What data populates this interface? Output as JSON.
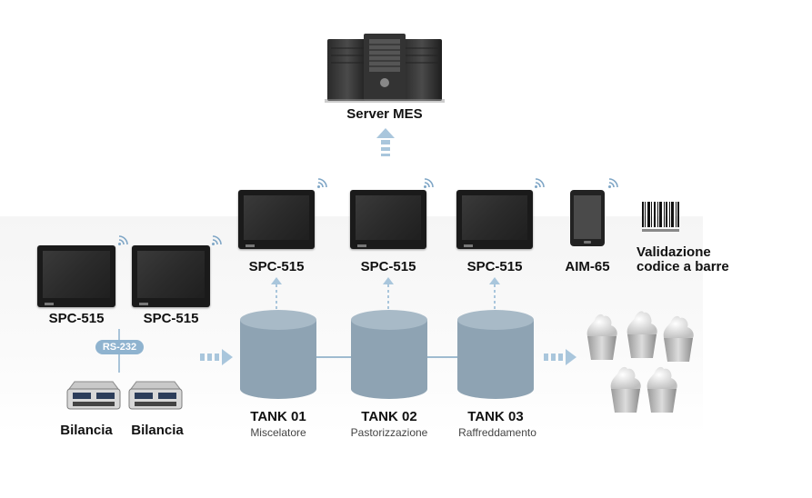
{
  "server": {
    "label": "Server MES"
  },
  "left_panels": [
    {
      "label": "SPC-515"
    },
    {
      "label": "SPC-515"
    }
  ],
  "rs232": {
    "label": "RS-232"
  },
  "scales": [
    {
      "label": "Bilancia"
    },
    {
      "label": "Bilancia"
    }
  ],
  "top_panels": [
    {
      "label": "SPC-515"
    },
    {
      "label": "SPC-515"
    },
    {
      "label": "SPC-515"
    }
  ],
  "tablet": {
    "label": "AIM-65"
  },
  "barcode": {
    "label_line1": "Validazione",
    "label_line2": "codice a barre"
  },
  "tanks": [
    {
      "label": "TANK 01",
      "sublabel": "Miscelatore"
    },
    {
      "label": "TANK 02",
      "sublabel": "Pastorizzazione"
    },
    {
      "label": "TANK 03",
      "sublabel": "Raffreddamento"
    }
  ],
  "colors": {
    "tank": "#8ea3b3",
    "arrow": "#a9c6dc",
    "pipe": "#9fbbd0",
    "wifi": "#7fa6c6"
  }
}
